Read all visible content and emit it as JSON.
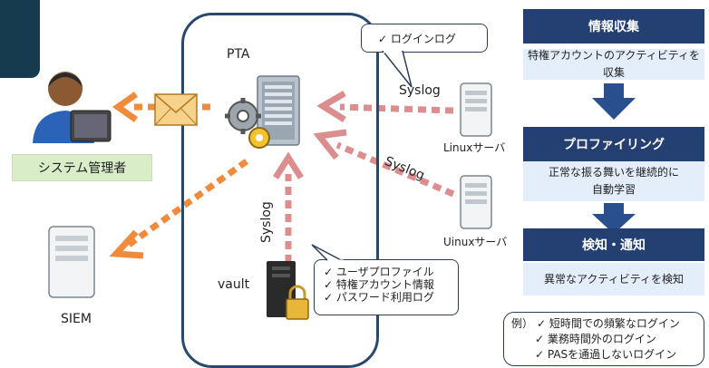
{
  "labels": {
    "pta": "PTA",
    "vault": "vault",
    "siem": "SIEM",
    "system_admin": "システム管理者",
    "linux_server": "Linuxサーバ",
    "uinux_server": "Uinuxサーバ",
    "syslog_top": "Syslog",
    "syslog_mid": "Syslog",
    "syslog_vertical": "Syslog"
  },
  "callouts": {
    "login_log": "✓ ログインログ",
    "vault_items": [
      "✓ ユーザプロファイル",
      "✓ 特権アカウント情報",
      "✓ パスワード利用ログ"
    ]
  },
  "steps": [
    {
      "title": "情報収集",
      "body": [
        "特権アカウントのアクティビティを収集"
      ]
    },
    {
      "title": "プロファイリング",
      "body": [
        "正常な振る舞いを継続的に",
        "自動学習"
      ]
    },
    {
      "title": "検知・通知",
      "body": [
        "異常なアクティビティを検知"
      ]
    }
  ],
  "examples": {
    "prefix": "例）",
    "items": [
      "✓ 短時間での頻繁なログイン",
      "✓ 業務時間外のログイン",
      "✓ PASを通過しないログイン"
    ]
  },
  "colors": {
    "arrow_orange": "#f08a3c",
    "arrow_pink": "#dc8d8d",
    "navy": "#243f71",
    "step_body": "#e3eefa",
    "down_arrow": "#2a4f8e",
    "admin_box": "#d8edc8"
  }
}
